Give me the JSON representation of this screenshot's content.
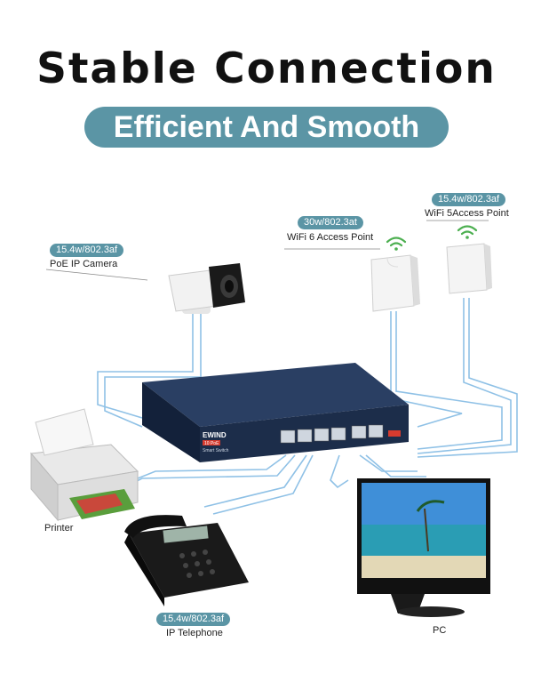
{
  "heading": {
    "title": "Stable Connection",
    "subtitle": "Efficient And Smooth"
  },
  "devices": {
    "camera": {
      "tag": "15.4w/802.3af",
      "label": "PoE IP Camera"
    },
    "wifi6_ap": {
      "tag": "30w/802.3at",
      "label": "WiFi 6 Access Point"
    },
    "wifi5_ap": {
      "tag": "15.4w/802.3af",
      "label": "WiFi 5Access Point"
    },
    "printer": {
      "label": "Printer"
    },
    "telephone": {
      "tag": "15.4w/802.3af",
      "label": "IP Telephone"
    },
    "pc": {
      "label": "PC"
    }
  },
  "switch": {
    "brand": "EWIND",
    "badge": "10 PoE",
    "subtitle": "Smart Switch"
  },
  "colors": {
    "accent": "#5b95a5",
    "cable": "#7fb8de",
    "switch_body": "#1c2d4a"
  }
}
